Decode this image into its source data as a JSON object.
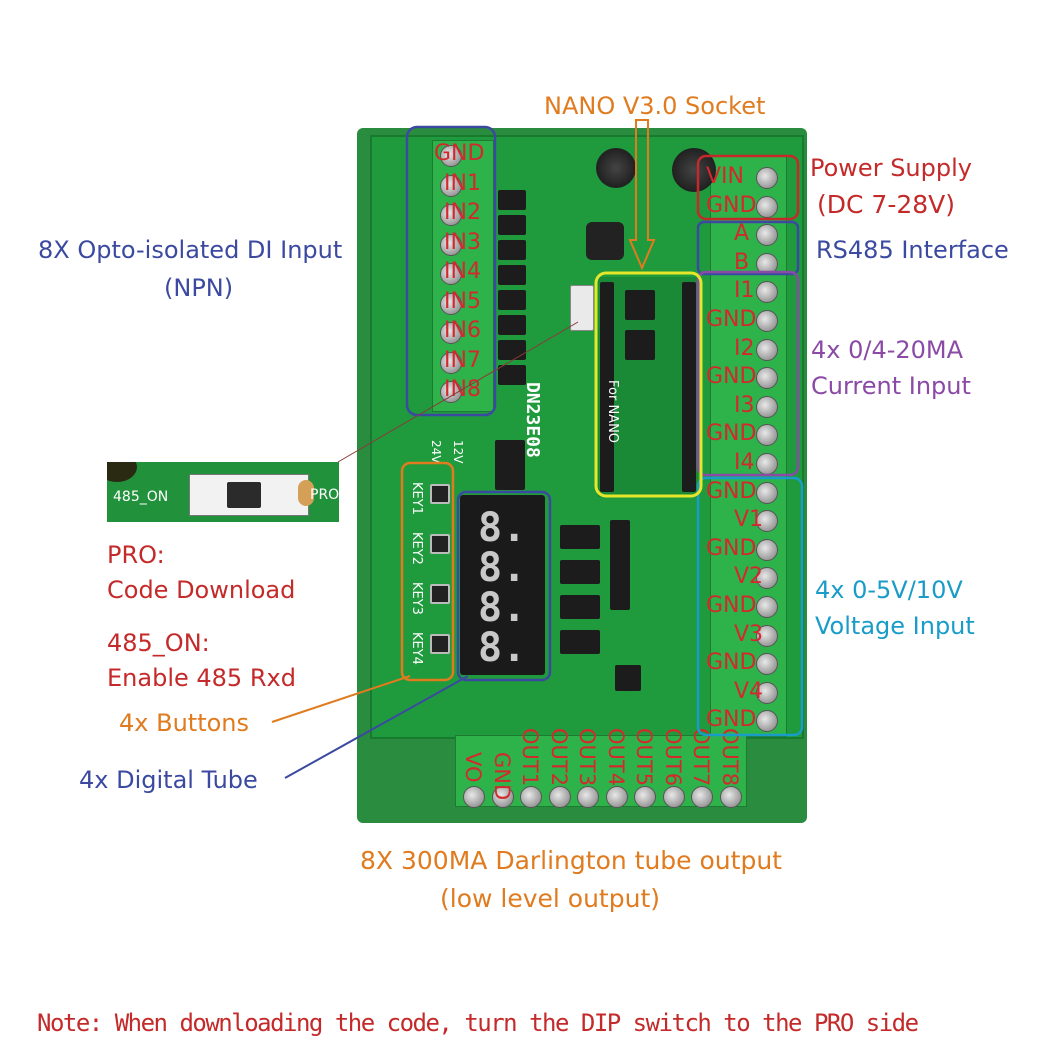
{
  "board": {
    "model": "DN23E08",
    "nano_text": "For NANO",
    "jumper_24v": "24V",
    "jumper_12v": "12V",
    "keys": [
      "KEY1",
      "KEY2",
      "KEY3",
      "KEY4"
    ],
    "display_digits": "8.8.8.8."
  },
  "pins": {
    "di": [
      "GND",
      "IN1",
      "IN2",
      "IN3",
      "IN4",
      "IN5",
      "IN6",
      "IN7",
      "IN8"
    ],
    "right": [
      "VIN",
      "GND",
      "A",
      "B",
      "I1",
      "GND",
      "I2",
      "GND",
      "I3",
      "GND",
      "I4",
      "GND",
      "V1",
      "GND",
      "V2",
      "GND",
      "V3",
      "GND",
      "V4",
      "GND"
    ],
    "bottom": [
      "VO",
      "GND",
      "OUT1",
      "OUT2",
      "OUT3",
      "OUT4",
      "OUT5",
      "OUT6",
      "OUT7",
      "OUT8"
    ]
  },
  "inset": {
    "left_text": "485_ON",
    "right_text": "PRO"
  },
  "annotations": {
    "nano_socket": "NANO V3.0 Socket",
    "power_supply_1": "Power Supply",
    "power_supply_2": "(DC 7-28V)",
    "di_input_1": "8X Opto-isolated DI Input",
    "di_input_2": "(NPN)",
    "rs485": "RS485 Interface",
    "current_1": "4x 0/4-20MA",
    "current_2": "Current Input",
    "voltage_1": "4x 0-5V/10V",
    "voltage_2": "Voltage Input",
    "pro_1": "PRO:",
    "pro_2": "Code Download",
    "on_1": "485_ON:",
    "on_2": "Enable 485 Rxd",
    "buttons": "4x Buttons",
    "tube": "4x Digital Tube",
    "output_1": "8X 300MA Darlington tube output",
    "output_2": "(low level output)",
    "note": "Note: When downloading the code, turn the DIP switch to the PRO side"
  },
  "colors": {
    "pcb": "#1f9a3c",
    "terminal": "#2db34a",
    "annotation_orange": "#e07b1f",
    "annotation_blue": "#3b4aa0",
    "annotation_red": "#c42a2a",
    "annotation_purple": "#8a4aa6",
    "annotation_cyan": "#1a9cc8"
  }
}
